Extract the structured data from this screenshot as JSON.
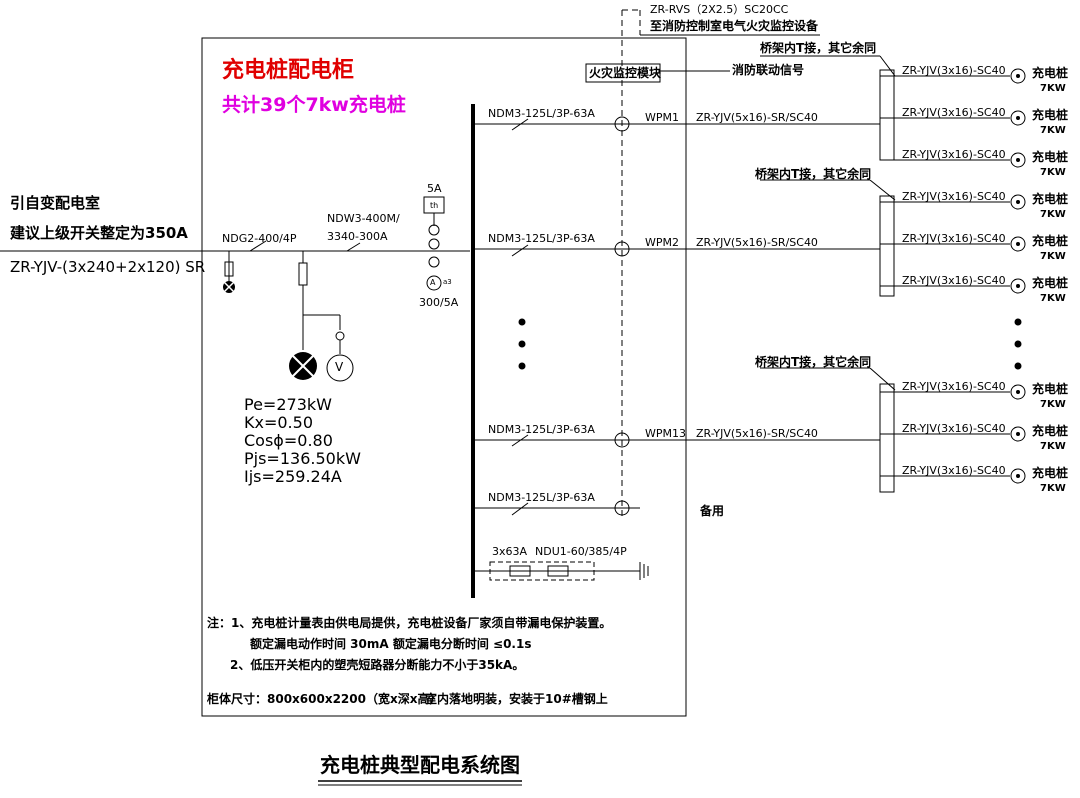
{
  "cabinet": {
    "title": "充电桩配电柜",
    "subtitle": "共计39个7kw充电桩",
    "size_note": "柜体尺寸：800x600x2200（宽x深x高）",
    "install_note": "室内落地明装，安装于10#槽钢上"
  },
  "incoming": {
    "source": "引自变配电室",
    "advice": "建议上级开关整定为350A",
    "cable": "ZR-YJV-(3x240+2x120) SR",
    "main_breaker": "NDG2-400/4P",
    "breaker2_model": "NDW3-400M/",
    "breaker2_setting": "3340-300A",
    "fuse_rating": "5A",
    "meter_label": "th",
    "ammeter_label": "A",
    "ct_label": "a3",
    "ct_ratio": "300/5A",
    "voltmeter_label": "V"
  },
  "calc": {
    "pe": "Pe=273kW",
    "kx": "Kx=0.50",
    "cos": "Cosϕ=0.80",
    "pjs": "Pjs=136.50kW",
    "ijs": "Ijs=259.24A"
  },
  "fire": {
    "cable": "ZR-RVS（2X2.5）SC20CC",
    "dest": "至消防控制室电气火灾监控设备",
    "module": "火灾监控模块",
    "signal": "消防联动信号"
  },
  "branches": {
    "breaker": "NDM3-125L/3P-63A",
    "wpm1": "WPM1",
    "wpm2": "WPM2",
    "wpm13": "WPM13",
    "cable": "ZR-YJV(5x16)-SR/SC40",
    "spare": "备用"
  },
  "spd": {
    "fuse": "3x63A",
    "model": "NDU1-60/385/4P"
  },
  "chargers": {
    "tap_note": "桥架内T接，其它余同",
    "cable": "ZR-YJV(3x16)-SC40",
    "label": "充电桩",
    "power": "7KW"
  },
  "notes": {
    "n1_a": "注：1、充电桩计量表由供电局提供，充电桩设备厂家须自带漏电保护装置。",
    "n1_b": "额定漏电动作时间 30mA   额定漏电分断时间 ≤0.1s",
    "n2": "2、低压开关柜内的塑壳短路器分断能力不小于35kA。"
  },
  "diagram_title": "充电桩典型配电系统图"
}
